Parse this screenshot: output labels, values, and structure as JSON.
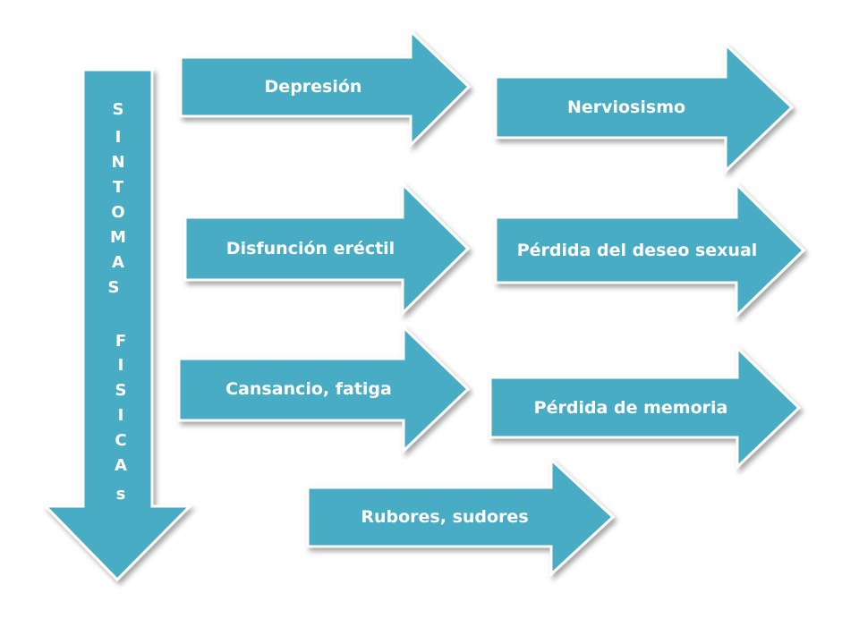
{
  "diagram": {
    "vertical_arrow": {
      "letters": [
        "S",
        "I",
        "N",
        "T",
        "O",
        "M",
        "A",
        "S",
        "F",
        "I",
        "S",
        "I",
        "C",
        "A",
        "s"
      ]
    },
    "arrows": [
      {
        "label": "Depresión"
      },
      {
        "label": "Nerviosismo"
      },
      {
        "label": "Disfunción eréctil"
      },
      {
        "label": "Pérdida del deseo sexual"
      },
      {
        "label": "Cansancio, fatiga"
      },
      {
        "label": "Pérdida de memoria"
      },
      {
        "label": "Rubores, sudores"
      }
    ],
    "colors": {
      "arrow_fill": "#4aacc5",
      "arrow_border": "#ffffff",
      "text": "#ffffff",
      "background": "#ffffff"
    }
  }
}
